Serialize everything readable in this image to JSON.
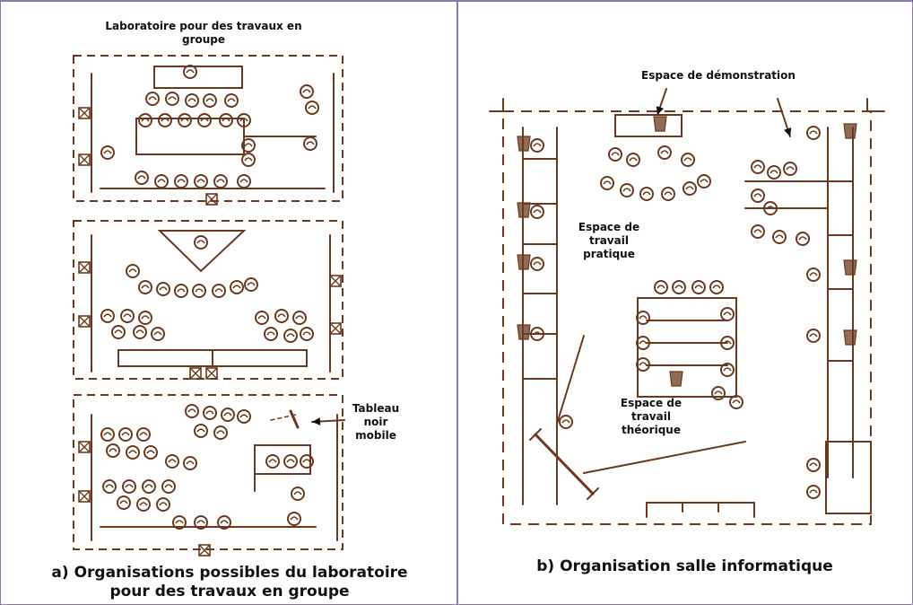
{
  "colors": {
    "ink": "#6b3a1e",
    "paper": "#ffffff",
    "border": "#8a7aa8"
  },
  "panel_a": {
    "title_line1": "Laboratoire pour des travaux en",
    "title_line2": "groupe",
    "tableau_line1": "Tableau",
    "tableau_line2": "noir",
    "tableau_line3": "mobile",
    "caption_line1": "a) Organisations possibles du laboratoire",
    "caption_line2": "pour des travaux en groupe"
  },
  "panel_b": {
    "demo_label": "Espace de démonstration",
    "pratique_line1": "Espace de",
    "pratique_line2": "travail",
    "pratique_line3": "pratique",
    "theorique_line1": "Espace de",
    "theorique_line2": "travail",
    "theorique_line3": "théorique",
    "caption": "b) Organisation salle informatique"
  }
}
